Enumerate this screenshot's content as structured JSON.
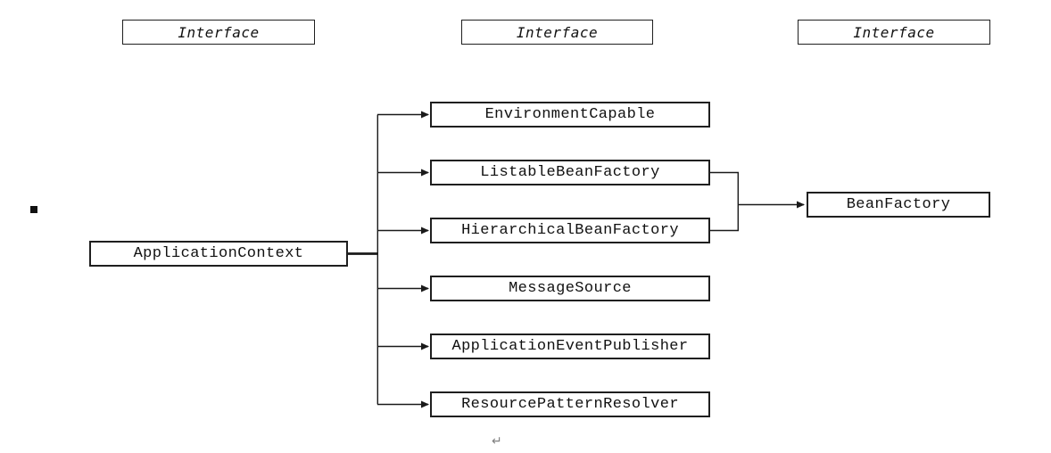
{
  "diagram": {
    "headers": [
      {
        "label": "Interface"
      },
      {
        "label": "Interface"
      },
      {
        "label": "Interface"
      }
    ],
    "root": {
      "label": "ApplicationContext"
    },
    "children": [
      {
        "label": "EnvironmentCapable"
      },
      {
        "label": "ListableBeanFactory"
      },
      {
        "label": "HierarchicalBeanFactory"
      },
      {
        "label": "MessageSource"
      },
      {
        "label": "ApplicationEventPublisher"
      },
      {
        "label": "ResourcePatternResolver"
      }
    ],
    "target": {
      "label": "BeanFactory"
    },
    "return_mark": "↵",
    "colors": {
      "background": "#ffffff",
      "line": "#1a1a1a",
      "box_border": "#1f1f1f",
      "text": "#111111",
      "return_mark": "#808080"
    }
  }
}
